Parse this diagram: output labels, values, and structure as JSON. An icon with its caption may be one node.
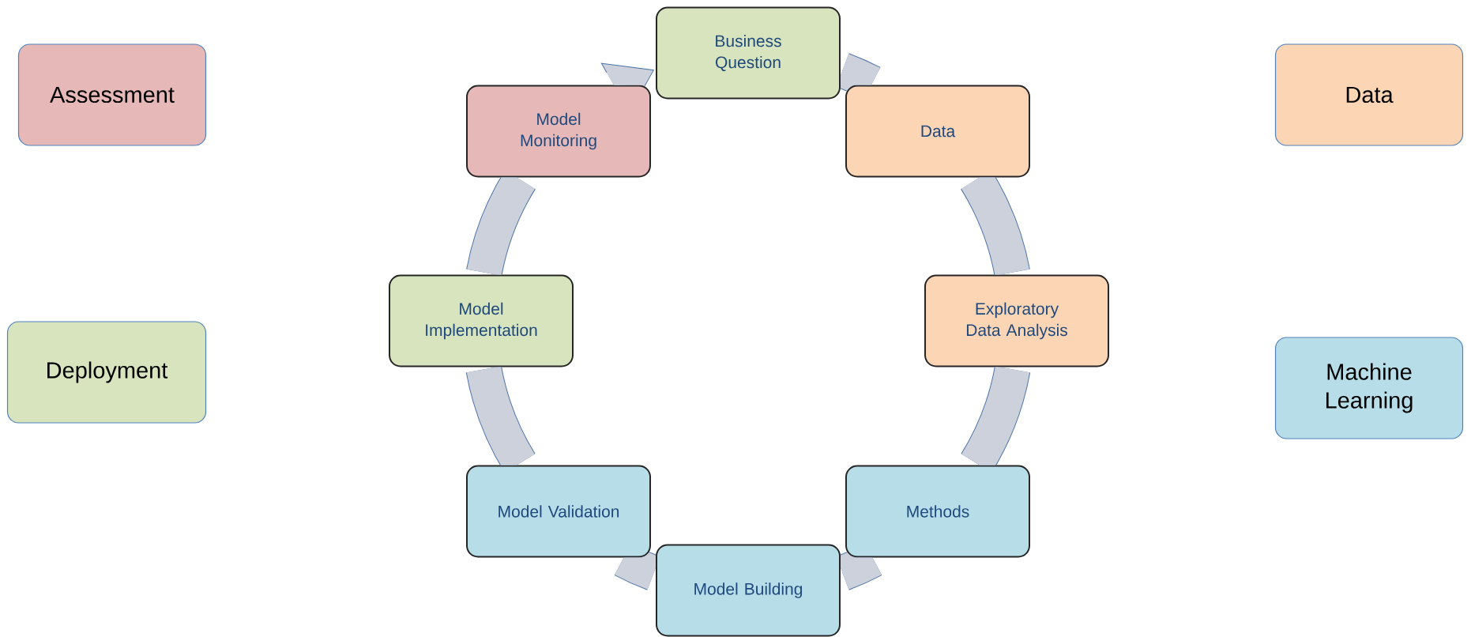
{
  "diagram": {
    "nodes": [
      {
        "text": [
          "Assessment"
        ]
      },
      {
        "text": [
          "Deployment"
        ]
      },
      {
        "text": [
          "Data"
        ]
      },
      {
        "text": [
          "Machine Learning"
        ]
      },
      {
        "text": [
          "Business Question"
        ]
      },
      {
        "text": [
          "Data"
        ]
      },
      {
        "text": [
          "Exploratory Data Analysis"
        ]
      },
      {
        "text": [
          "Methods"
        ]
      },
      {
        "text": [
          "Model Building"
        ]
      },
      {
        "text": [
          "Model Validation"
        ]
      },
      {
        "text": [
          "Model Implementation"
        ]
      },
      {
        "text": [
          "Model Monitoring"
        ]
      }
    ],
    "edges": [
      {
        "from": 4,
        "to": 5,
        "arrow": "none"
      },
      {
        "from": 5,
        "to": 6,
        "arrow": "none"
      },
      {
        "from": 6,
        "to": 7,
        "arrow": "none"
      },
      {
        "from": 7,
        "to": 8,
        "arrow": "none"
      },
      {
        "from": 8,
        "to": 9,
        "arrow": "none"
      },
      {
        "from": 9,
        "to": 10,
        "arrow": "none"
      },
      {
        "from": 10,
        "to": 11,
        "arrow": "none"
      },
      {
        "from": 11,
        "to": 4,
        "arrow": "to"
      }
    ]
  }
}
